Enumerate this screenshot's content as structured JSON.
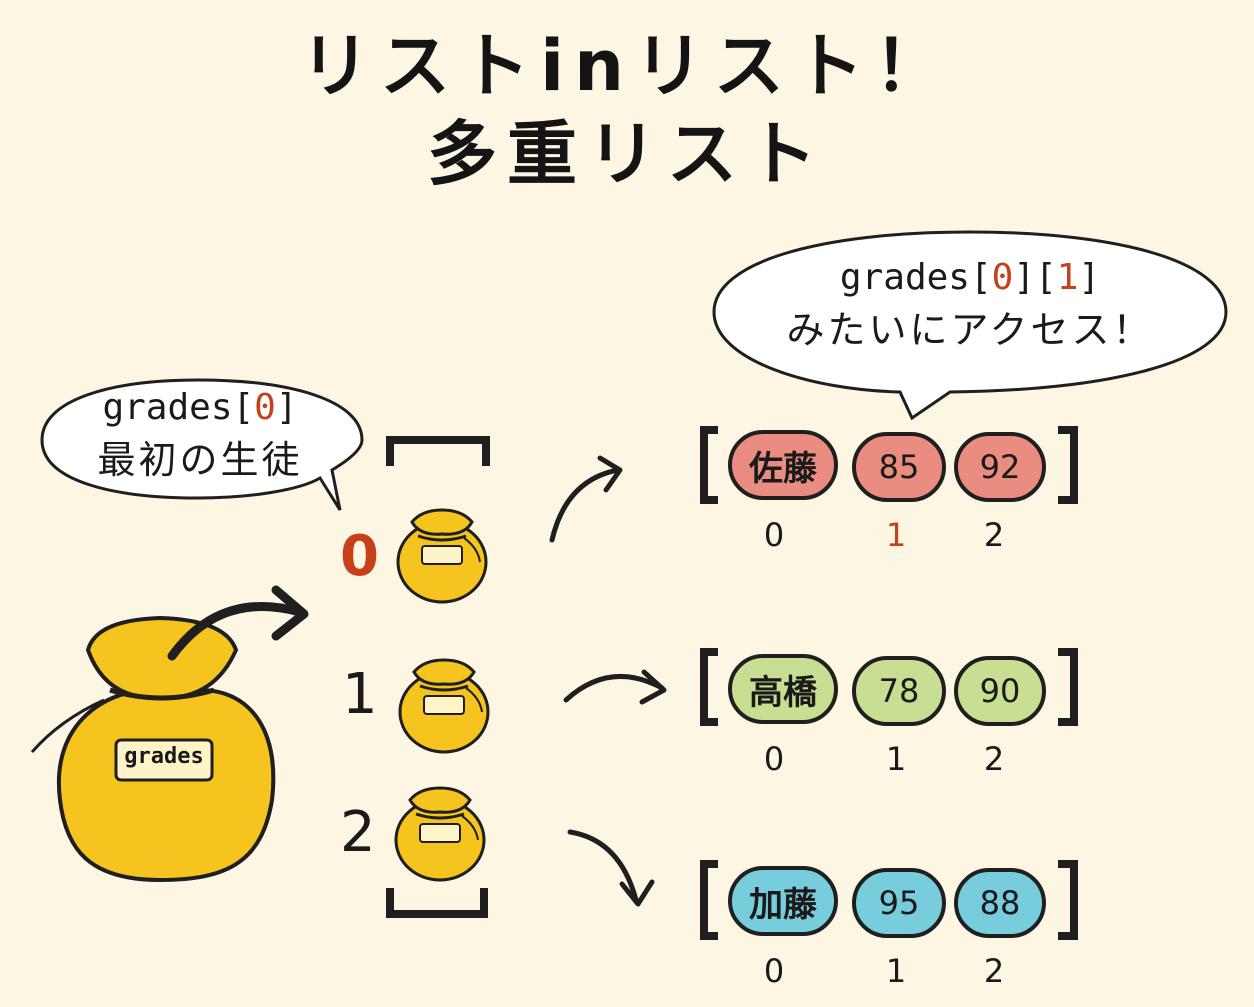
{
  "title": {
    "line1": "リストinリスト！",
    "line2": "多重リスト"
  },
  "bubble_left": {
    "code_prefix": "grades[",
    "code_index": "0",
    "code_suffix": "]",
    "caption": "最初の生徒"
  },
  "bubble_right": {
    "code_prefix": "grades[",
    "idx1": "0",
    "mid": "][",
    "idx2": "1",
    "code_suffix": "]",
    "caption": "みたいにアクセス！"
  },
  "main_bag_label": "grades",
  "outer_indices": [
    "0",
    "1",
    "2"
  ],
  "rows": [
    {
      "name": "佐藤",
      "score1": "85",
      "score2": "92",
      "color": "#eb8c80",
      "indices": [
        "0",
        "1",
        "2"
      ]
    },
    {
      "name": "高橋",
      "score1": "78",
      "score2": "90",
      "color": "#c8de92",
      "indices": [
        "0",
        "1",
        "2"
      ]
    },
    {
      "name": "加藤",
      "score1": "95",
      "score2": "88",
      "color": "#77cddc",
      "indices": [
        "0",
        "1",
        "2"
      ]
    }
  ],
  "colors": {
    "background": "#fdf6e3",
    "highlight": "#c8401a",
    "bag": "#f6c41e",
    "bag_shadow": "#e0a010",
    "ink": "#1f1f1f"
  }
}
